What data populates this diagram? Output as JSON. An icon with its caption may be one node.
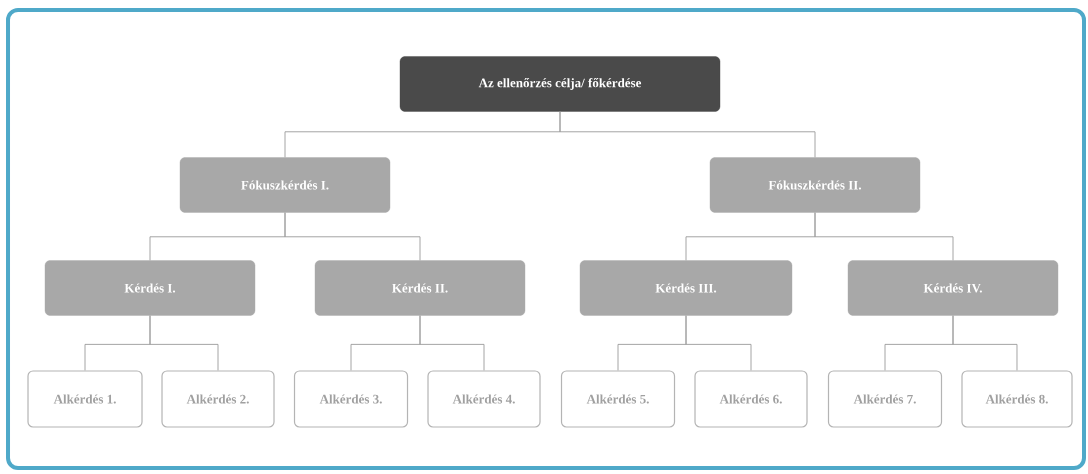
{
  "diagram": {
    "nodes": [
      {
        "text": [
          "Az ellenőrzés célja/ főkérdése"
        ]
      },
      {
        "text": [
          "Fókuszkérdés I."
        ]
      },
      {
        "text": [
          "Fókuszkérdés II."
        ]
      },
      {
        "text": [
          "Kérdés I."
        ]
      },
      {
        "text": [
          "Kérdés II."
        ]
      },
      {
        "text": [
          "Kérdés III."
        ]
      },
      {
        "text": [
          "Kérdés IV."
        ]
      },
      {
        "text": [
          "Alkérdés 1."
        ]
      },
      {
        "text": [
          "Alkérdés 2."
        ]
      },
      {
        "text": [
          "Alkérdés 3."
        ]
      },
      {
        "text": [
          "Alkérdés 4."
        ]
      },
      {
        "text": [
          "Alkérdés 5."
        ]
      },
      {
        "text": [
          "Alkérdés 6."
        ]
      },
      {
        "text": [
          "Alkérdés 7."
        ]
      },
      {
        "text": [
          "Alkérdés 8."
        ]
      }
    ],
    "edges": [
      {
        "from": 0,
        "to": 1,
        "arrow": "none"
      },
      {
        "from": 0,
        "to": 2,
        "arrow": "none"
      },
      {
        "from": 1,
        "to": 3,
        "arrow": "none"
      },
      {
        "from": 1,
        "to": 4,
        "arrow": "none"
      },
      {
        "from": 2,
        "to": 5,
        "arrow": "none"
      },
      {
        "from": 2,
        "to": 6,
        "arrow": "none"
      },
      {
        "from": 3,
        "to": 7,
        "arrow": "none"
      },
      {
        "from": 3,
        "to": 8,
        "arrow": "none"
      },
      {
        "from": 4,
        "to": 9,
        "arrow": "none"
      },
      {
        "from": 4,
        "to": 10,
        "arrow": "none"
      },
      {
        "from": 5,
        "to": 11,
        "arrow": "none"
      },
      {
        "from": 5,
        "to": 12,
        "arrow": "none"
      },
      {
        "from": 6,
        "to": 13,
        "arrow": "none"
      },
      {
        "from": 6,
        "to": 14,
        "arrow": "none"
      }
    ]
  }
}
